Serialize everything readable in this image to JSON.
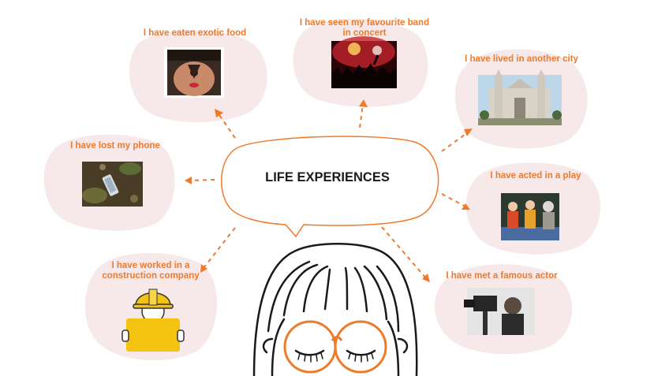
{
  "title": "LIFE EXPERIENCES",
  "accent_color": "#ee7a2b",
  "blob_color": "#f7e9ea",
  "experiences": [
    {
      "label": "I have eaten exotic food",
      "image": "person-eating-scorpion-photo"
    },
    {
      "label": "I have seen my favourite band in concert",
      "label_line1": "I have seen my favourite band",
      "label_line2": "in concert",
      "image": "concert-crowd-photo"
    },
    {
      "label": "I have lived in another city",
      "image": "cathedral-photo"
    },
    {
      "label": "I have lost my phone",
      "image": "phone-on-ground-photo"
    },
    {
      "label": "I have acted in a play",
      "image": "stage-play-photo"
    },
    {
      "label": "I have worked in a construction company",
      "label_line1": "I have worked in a",
      "label_line2": "construction company",
      "image": "construction-worker-icon"
    },
    {
      "label": "I have met a famous actor",
      "image": "actor-with-camera-photo"
    }
  ]
}
